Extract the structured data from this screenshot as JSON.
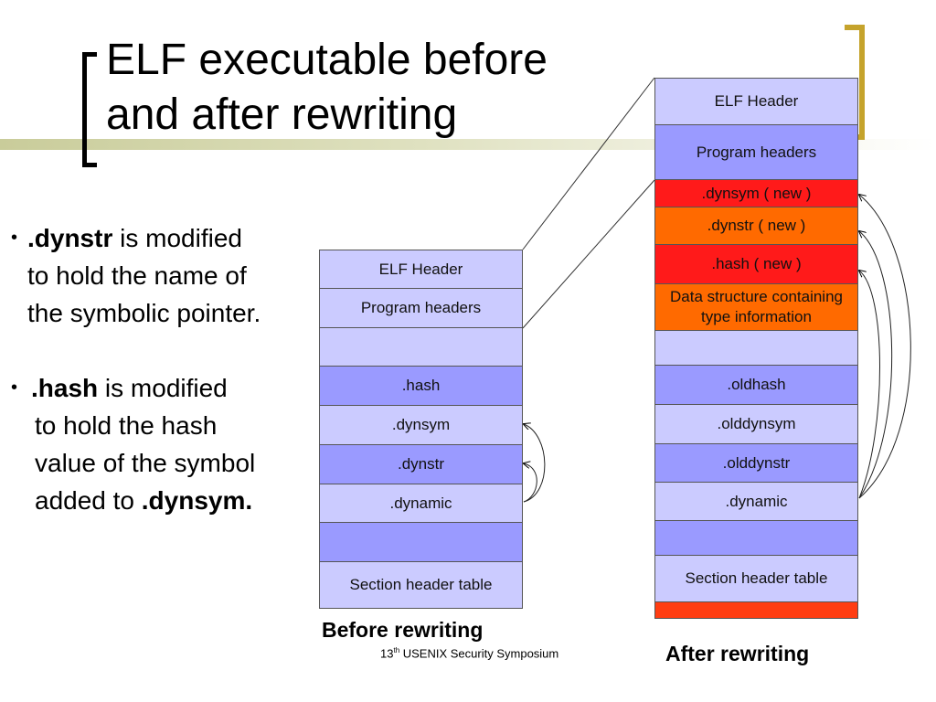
{
  "title": {
    "line1": "ELF executable before",
    "line2": "and after rewriting"
  },
  "bullets": {
    "bullet1": {
      "bold": ".dynstr",
      "rest": " is modified",
      "line2": "to hold the name of",
      "line3": "the symbolic pointer."
    },
    "bullet2": {
      "bold": ".hash",
      "rest": " is  modified",
      "line2": "to hold the hash",
      "line3": "value of the symbol",
      "line4_prefix": "added to ",
      "line4_bold": ".dynsym."
    }
  },
  "before": {
    "caption": "Before rewriting",
    "cells": [
      {
        "label": "ELF Header",
        "color": "#cbcbff"
      },
      {
        "label": "Program headers",
        "color": "#cbcbff"
      },
      {
        "label": "",
        "color": "#cbcbff"
      },
      {
        "label": ".hash",
        "color": "#9a9aff"
      },
      {
        "label": ".dynsym",
        "color": "#cbcbff"
      },
      {
        "label": ".dynstr",
        "color": "#9a9aff"
      },
      {
        "label": ".dynamic",
        "color": "#cbcbff"
      },
      {
        "label": "",
        "color": "#9a9aff"
      },
      {
        "label": "Section header table",
        "color": "#cbcbff"
      }
    ]
  },
  "after": {
    "caption": "After rewriting",
    "cells": [
      {
        "label": "ELF Header",
        "color": "#cbcbff"
      },
      {
        "label": "Program headers",
        "color": "#9a9aff"
      },
      {
        "label": ".dynsym ( new )",
        "color": "#ff1a1a"
      },
      {
        "label": ".dynstr ( new )",
        "color": "#ff6a00"
      },
      {
        "label": ".hash ( new )",
        "color": "#ff1a1a"
      },
      {
        "label": "Data structure containing type information",
        "color": "#ff6a00"
      },
      {
        "label": "",
        "color": "#cbcbff"
      },
      {
        "label": ".oldhash",
        "color": "#9a9aff"
      },
      {
        "label": ".olddynsym",
        "color": "#cbcbff"
      },
      {
        "label": ".olddynstr",
        "color": "#9a9aff"
      },
      {
        "label": ".dynamic",
        "color": "#cbcbff"
      },
      {
        "label": "",
        "color": "#9a9aff"
      },
      {
        "label": "Section header table",
        "color": "#cbcbff"
      },
      {
        "label": "",
        "color": "#ff3d12"
      }
    ]
  },
  "footer": {
    "number": "13",
    "suffix": "th",
    "text": " USENIX Security Symposium"
  },
  "colors": {
    "accent_bracket": "#c5a32c",
    "light_blue": "#cbcbff",
    "mid_blue": "#9a9aff",
    "new_red": "#ff1a1a",
    "new_orange": "#ff6a00"
  }
}
